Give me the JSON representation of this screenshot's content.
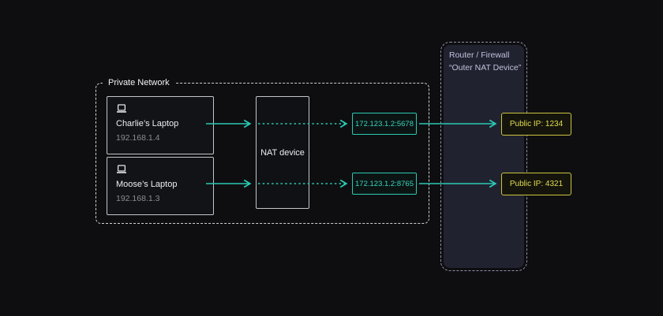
{
  "diagram": {
    "private_network": {
      "label": "Private Network",
      "nat_device_label": "NAT device",
      "devices": [
        {
          "name": "Charlie’s Laptop",
          "ip": "192.168.1.4",
          "icon": "laptop-icon"
        },
        {
          "name": "Moose’s Laptop",
          "ip": "192.168.1.3",
          "icon": "laptop-icon"
        }
      ]
    },
    "mappings": [
      {
        "translated": "172.123.1.2:5678",
        "public": "Public IP: 1234"
      },
      {
        "translated": "172.123.1.2:8765",
        "public": "Public IP: 4321"
      }
    ],
    "router_firewall": {
      "line1": "Router / Firewall",
      "line2": "“Outer NAT Device”"
    },
    "colors": {
      "background": "#0e0e10",
      "teal_accent": "#2bc9b4",
      "yellow_accent": "#e4dd4e",
      "lavender_text": "#c0c1db",
      "lavender_border": "#8f91ab",
      "box_border": "#c3c5c9",
      "muted_text": "#8a8d92",
      "panel_fill": "#212230"
    }
  }
}
